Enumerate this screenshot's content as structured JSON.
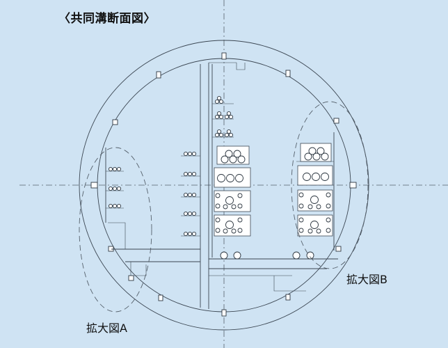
{
  "title": "〈共同溝断面図〉",
  "callouts": {
    "detail_a": "拡大図A",
    "detail_b": "拡大図B"
  },
  "colors": {
    "background": "#cfe3f3",
    "line": "#3b4652"
  }
}
